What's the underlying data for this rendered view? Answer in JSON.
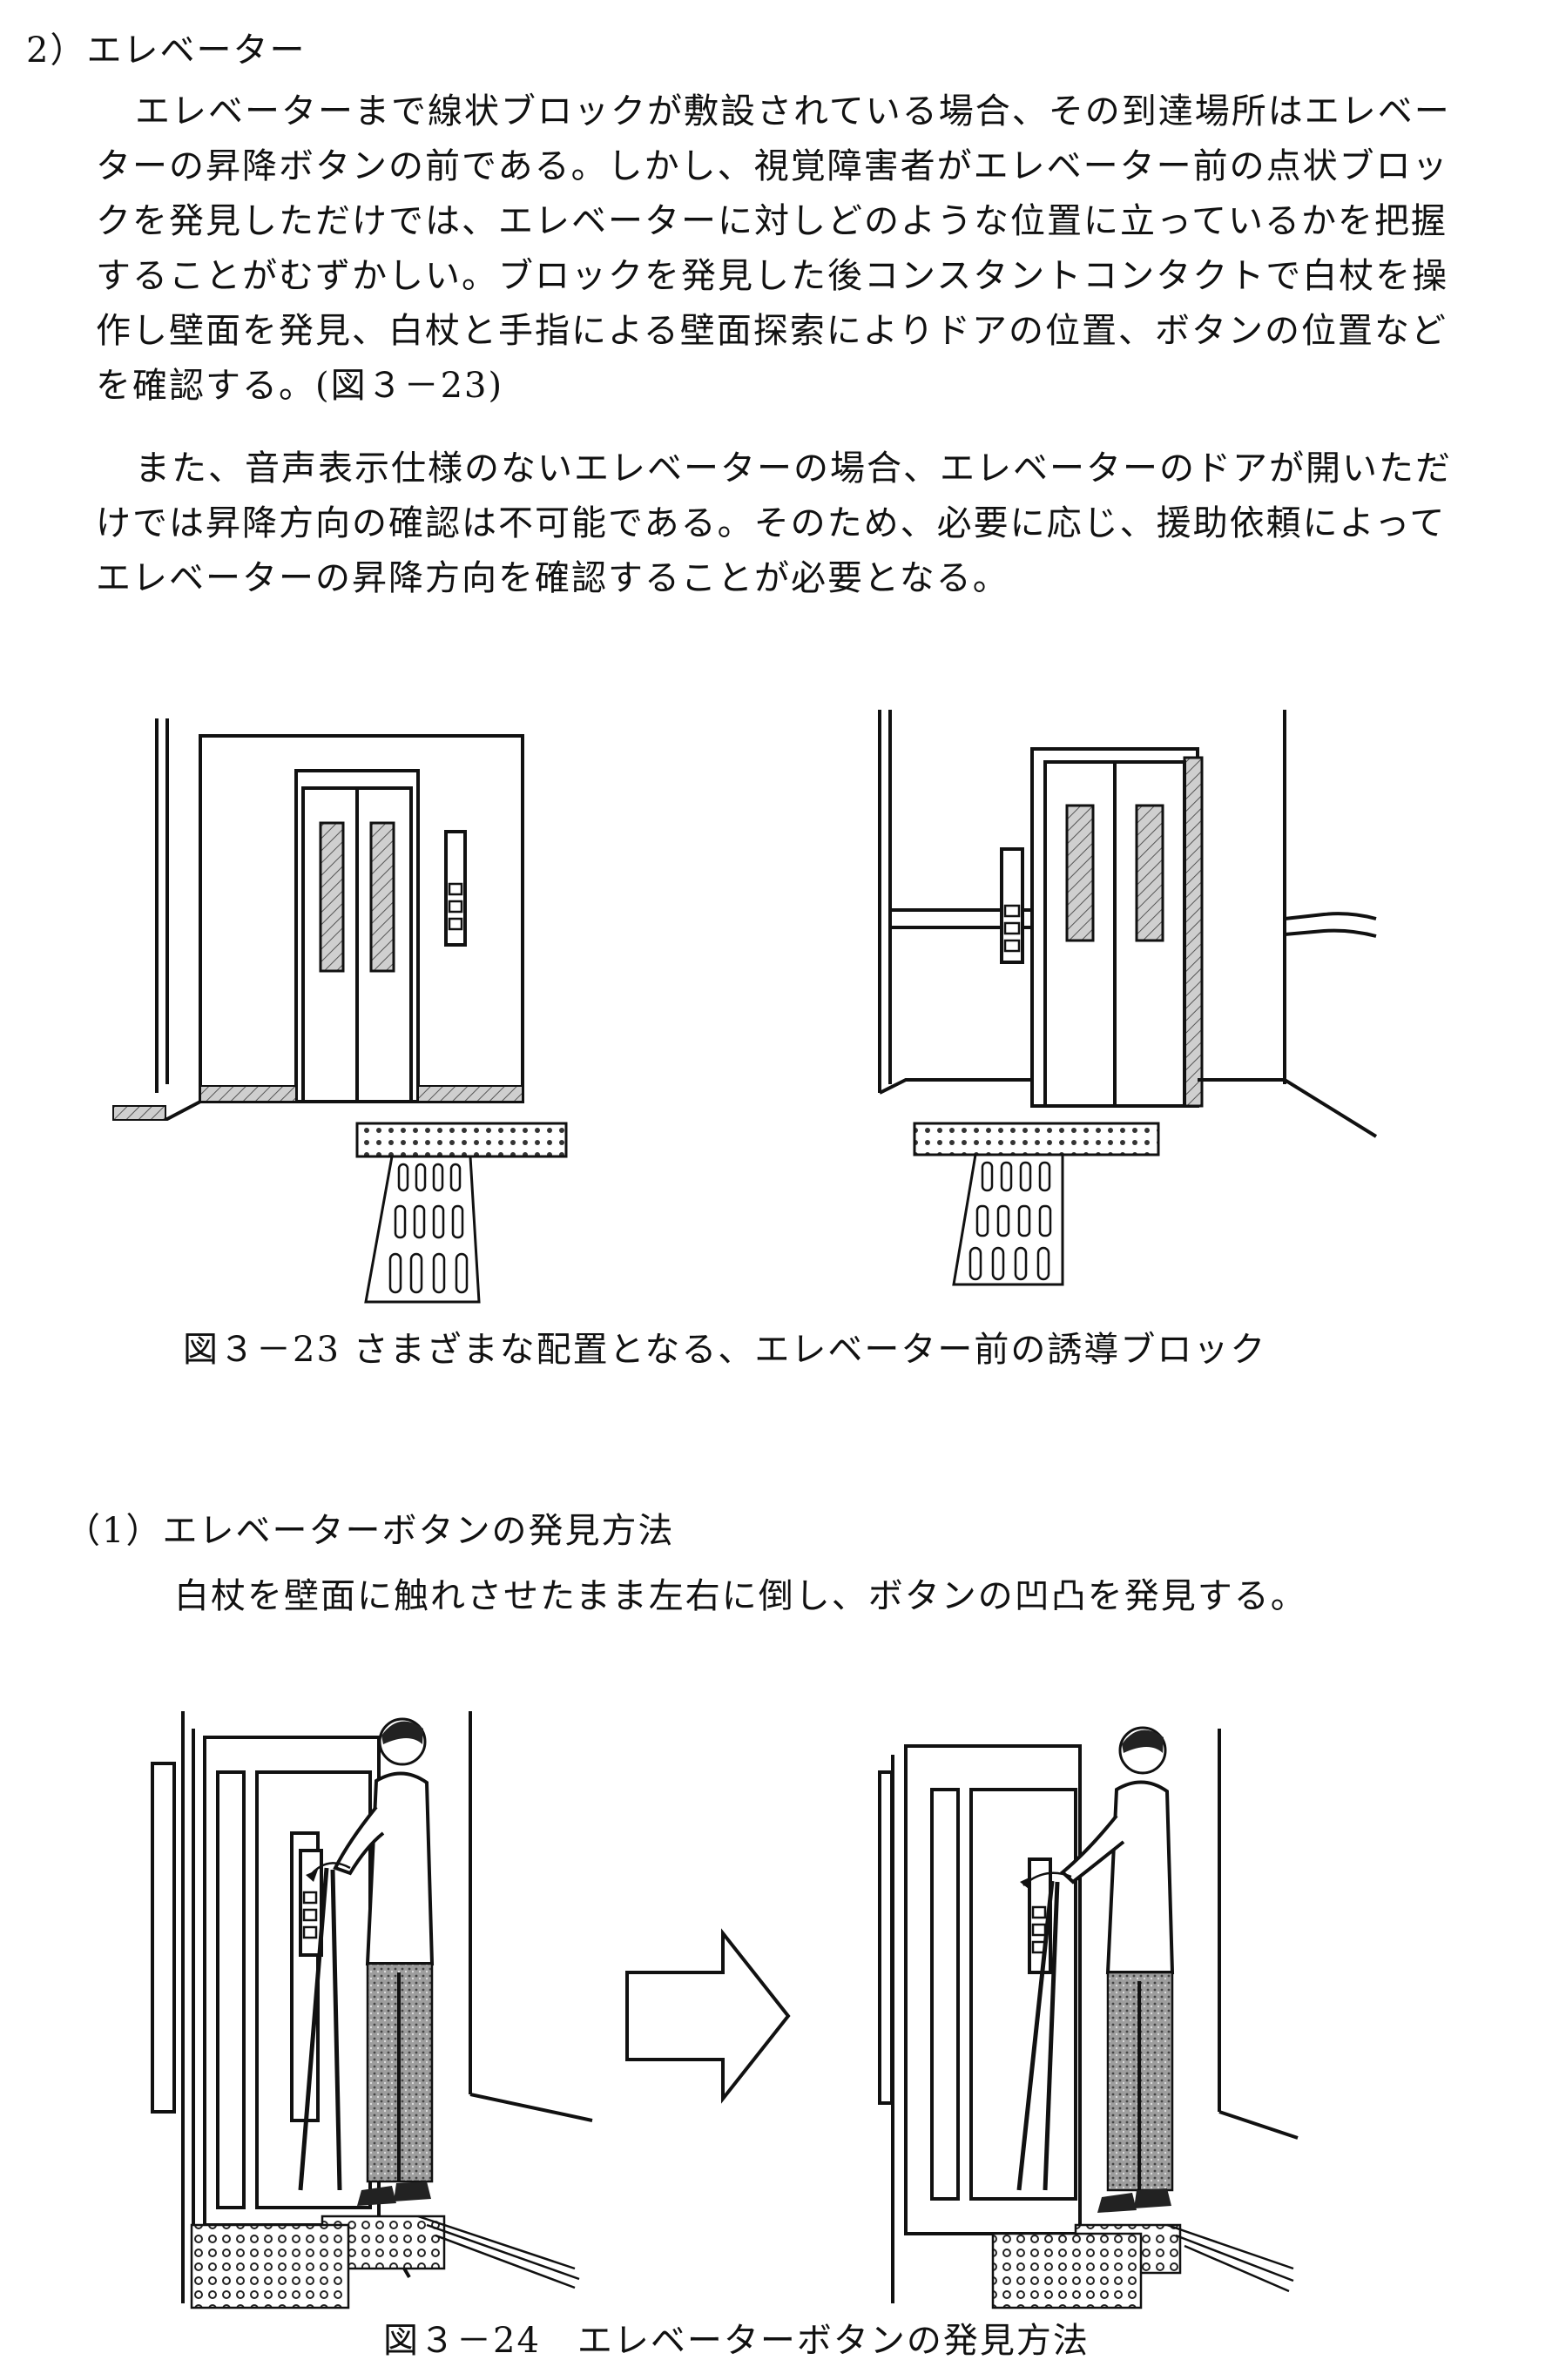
{
  "section_elevator": {
    "heading": "2）エレベーター",
    "para1_lines": [
      "エレベーターまで線状ブロックが敷設されている場合、その到達場所はエレベー",
      "ターの昇降ボタンの前である。しかし、視覚障害者がエレベーター前の点状ブロッ",
      "クを発見しただけでは、エレベーターに対しどのような位置に立っているかを把握",
      "することがむずかしい。ブロックを発見した後コンスタントコンタクトで白杖を操",
      "作し壁面を発見、白杖と手指による壁面探索によりドアの位置、ボタンの位置など",
      "を確認する。(図３－23)"
    ],
    "para2_lines": [
      "また、音声表示仕様のないエレベーターの場合、エレベーターのドアが開いただ",
      "けでは昇降方向の確認は不可能である。そのため、必要に応じ、援助依頼によって",
      "エレベーターの昇降方向を確認することが必要となる。"
    ]
  },
  "figure_3_23": {
    "caption": "図３－23 さまざまな配置となる、エレベーター前の誘導ブロック"
  },
  "section_buttons": {
    "heading": "（1）エレベーターボタンの発見方法",
    "body": "白杖を壁面に触れさせたまま左右に倒し、ボタンの凹凸を発見する。"
  },
  "figure_3_24": {
    "caption": "図３－24　エレベーターボタンの発見方法"
  }
}
